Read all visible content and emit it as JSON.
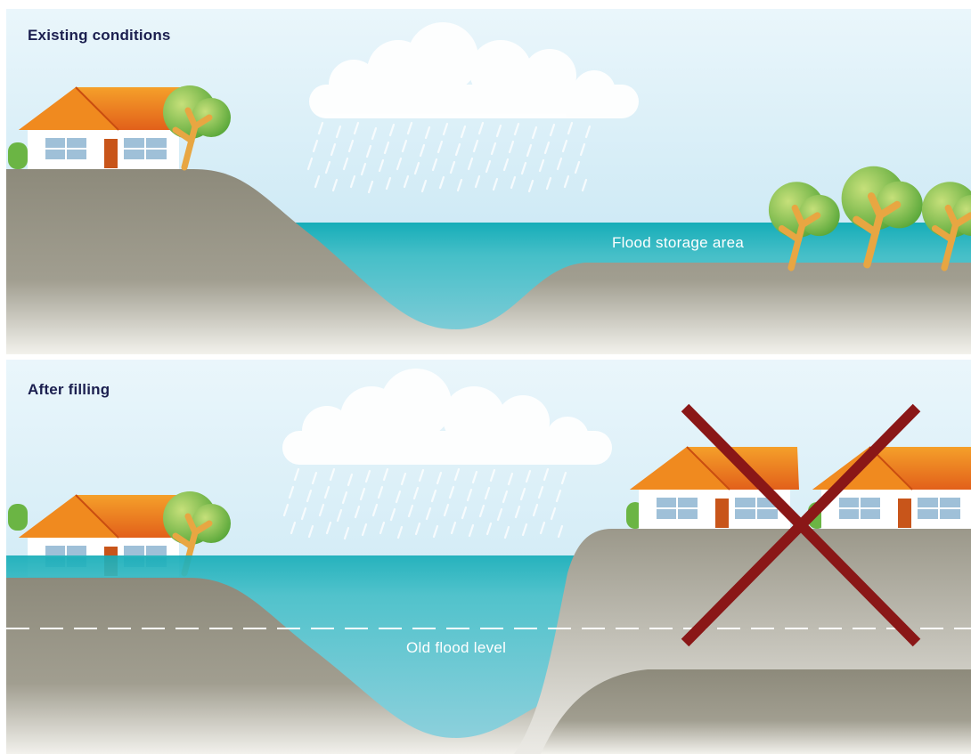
{
  "panels": {
    "top": {
      "title": "Existing conditions",
      "label": "Flood storage area"
    },
    "bottom": {
      "title": "After filling",
      "label": "Old flood level"
    }
  },
  "colors": {
    "sky": "#cfe9f5",
    "water": "#2bb7c1",
    "water_deep": "#7ec9d6",
    "ground": "#8e8b7c",
    "roof": "#ee7f1e",
    "title_text": "#1b1f4f",
    "cross": "#8a1717"
  },
  "icons": [
    "cloud-icon",
    "rain-icon",
    "house-icon",
    "tree-icon",
    "cross-icon",
    "dashed-line"
  ]
}
